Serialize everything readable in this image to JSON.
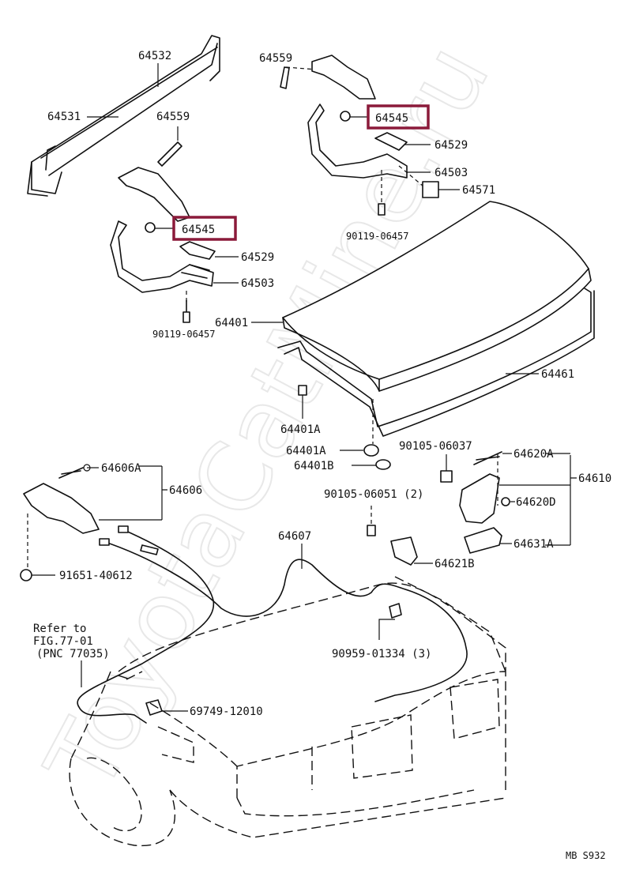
{
  "watermark": "ToyotaCatMine.ru",
  "labels": {
    "p64532": "64532",
    "p64531": "64531",
    "p64559_left": "64559",
    "p64545_left": "64545",
    "p64529_left": "64529",
    "p64503_left": "64503",
    "bolt_left": "90119-06457",
    "p64559_right": "64559",
    "p64545_right": "64545",
    "p64529_right": "64529",
    "p64503_right": "64503",
    "p64571": "64571",
    "bolt_right": "90119-06457",
    "p64401": "64401",
    "p64461": "64461",
    "p64401A_top": "64401A",
    "p64401A_mid": "64401A",
    "p64401B": "64401B",
    "p90105_06037": "90105-06037",
    "p64620A": "64620A",
    "p64610": "64610",
    "p64620D": "64620D",
    "p90105_06051": "90105-06051 (2)",
    "p64631A": "64631A",
    "p64621B": "64621B",
    "p64606A": "64606A",
    "p64606": "64606",
    "p91651": "91651-40612",
    "p64607": "64607",
    "p90959": "90959-01334 (3)",
    "p69749": "69749-12010",
    "refer_line1": "Refer to",
    "refer_line2": "FIG.77-01",
    "refer_line3": "(PNC 77035)",
    "diagram_code": "MB S932"
  }
}
